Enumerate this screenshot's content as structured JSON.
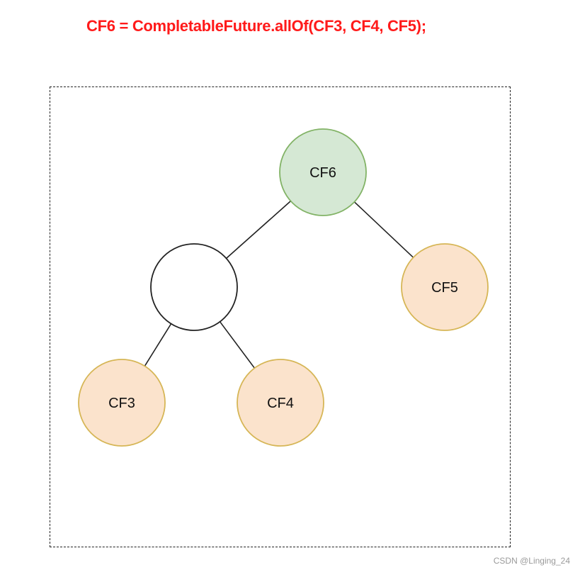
{
  "title": {
    "text": "CF6 = CompletableFuture.allOf(CF3, CF4, CF5);",
    "color": "#ff1a1a"
  },
  "colors": {
    "root_fill": "#d5e8d4",
    "root_stroke": "#82b366",
    "leaf_fill": "#fbe3cc",
    "leaf_stroke": "#d6b656",
    "empty_fill": "#ffffff",
    "empty_stroke": "#222222",
    "edge": "#222222"
  },
  "nodes": [
    {
      "id": "cf6",
      "label": "CF6",
      "role": "root"
    },
    {
      "id": "mid",
      "label": "",
      "role": "intermediate"
    },
    {
      "id": "cf5",
      "label": "CF5",
      "role": "leaf"
    },
    {
      "id": "cf3",
      "label": "CF3",
      "role": "leaf"
    },
    {
      "id": "cf4",
      "label": "CF4",
      "role": "leaf"
    }
  ],
  "edges": [
    {
      "from": "cf6",
      "to": "mid"
    },
    {
      "from": "cf6",
      "to": "cf5"
    },
    {
      "from": "mid",
      "to": "cf3"
    },
    {
      "from": "mid",
      "to": "cf4"
    }
  ],
  "watermark": "CSDN @Linging_24"
}
